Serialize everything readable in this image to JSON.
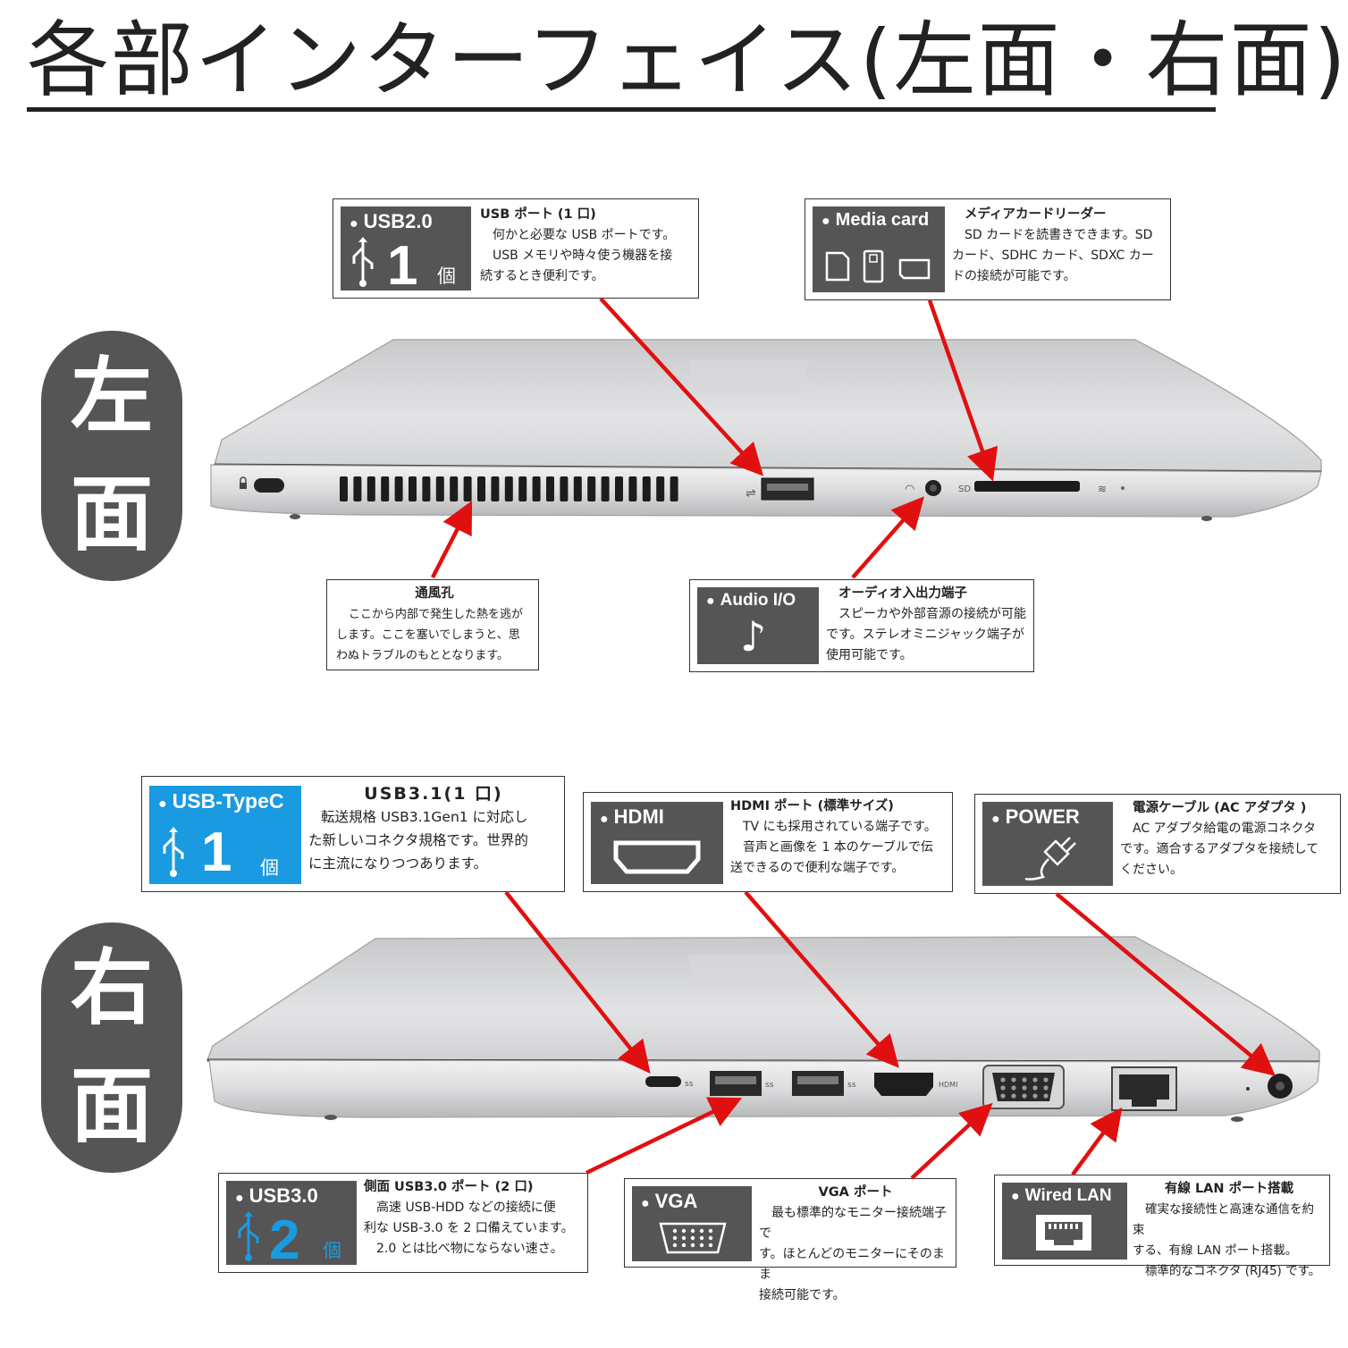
{
  "header": {
    "title": "各部インターフェイス(左面・右面)"
  },
  "sides": {
    "left": [
      "左",
      "面"
    ],
    "right": [
      "右",
      "面"
    ]
  },
  "colors": {
    "arrow": "#e11010",
    "tile": "#555555",
    "tile_blue": "#1a9ae0",
    "badge": "#555555"
  },
  "left_callouts": {
    "usb2": {
      "head": "USB2.0",
      "num": "1",
      "unit": "個",
      "icon": "usb-icon",
      "title": "USB ポート (1 口)",
      "lines": [
        "何かと必要な USB ポートです。",
        "USB メモリや時々使う機器を接",
        "続するとき便利です。"
      ]
    },
    "media": {
      "head": "Media card",
      "icon": "sd-card-icon",
      "title": "メディアカードリーダー",
      "lines": [
        "SD カードを読書きできます。SD",
        "カード、SDHC カード、SDXC カー",
        "ドの接続が可能です。"
      ]
    },
    "vent": {
      "title": "通風孔",
      "lines": [
        "ここから内部で発生した熱を逃が",
        "します。ここを塞いでしまうと、思",
        "わぬトラブルのもととなります。"
      ]
    },
    "audio": {
      "head": "Audio I/O",
      "icon": "music-note-icon",
      "title": "オーディオ入出力端子",
      "lines": [
        "スピーカや外部音源の接続が可能",
        "です。ステレオミニジャック端子が",
        "使用可能です。"
      ]
    }
  },
  "right_callouts": {
    "typec": {
      "head": "USB-TypeC",
      "num": "1",
      "unit": "個",
      "icon": "usb-icon",
      "title": "USB3.1(1 口)",
      "lines": [
        "転送規格 USB3.1Gen1 に対応し",
        "た新しいコネクタ規格です。世界的",
        "に主流になりつつあります。"
      ]
    },
    "hdmi": {
      "head": "HDMI",
      "icon": "hdmi-icon",
      "title": "HDMI ポート (標準サイズ)",
      "lines": [
        "TV にも採用されている端子です。",
        "音声と画像を 1 本のケーブルで伝",
        "送できるので便利な端子です。"
      ]
    },
    "power": {
      "head": "POWER",
      "icon": "power-plug-icon",
      "title": "電源ケーブル (AC アダプタ )",
      "lines": [
        "AC アダプタ給電の電源コネクタ",
        "です。適合するアダプタを接続して",
        "ください。"
      ]
    },
    "usb3": {
      "head": "USB3.0",
      "num": "2",
      "unit": "個",
      "icon": "usb-icon",
      "title": "側面 USB3.0 ポート (2 口)",
      "lines": [
        "高速 USB-HDD などの接続に便",
        "利な USB-3.0 を 2 口備えています。",
        "2.0 とは比べ物にならない速さ。"
      ]
    },
    "vga": {
      "head": "VGA",
      "icon": "vga-icon",
      "title": "VGA ポート",
      "lines": [
        "最も標準的なモニター接続端子で",
        "す。ほとんどのモニターにそのまま",
        "接続可能です。"
      ]
    },
    "lan": {
      "head": "Wired LAN",
      "icon": "ethernet-icon",
      "title": "有線 LAN ポート搭載",
      "lines": [
        "確実な接続性と高速な通信を約束",
        "する、有線 LAN ポート搭載。",
        "標準的なコネクタ (RJ45) です。"
      ]
    }
  },
  "laptop_labels": {
    "sd": "SD"
  }
}
